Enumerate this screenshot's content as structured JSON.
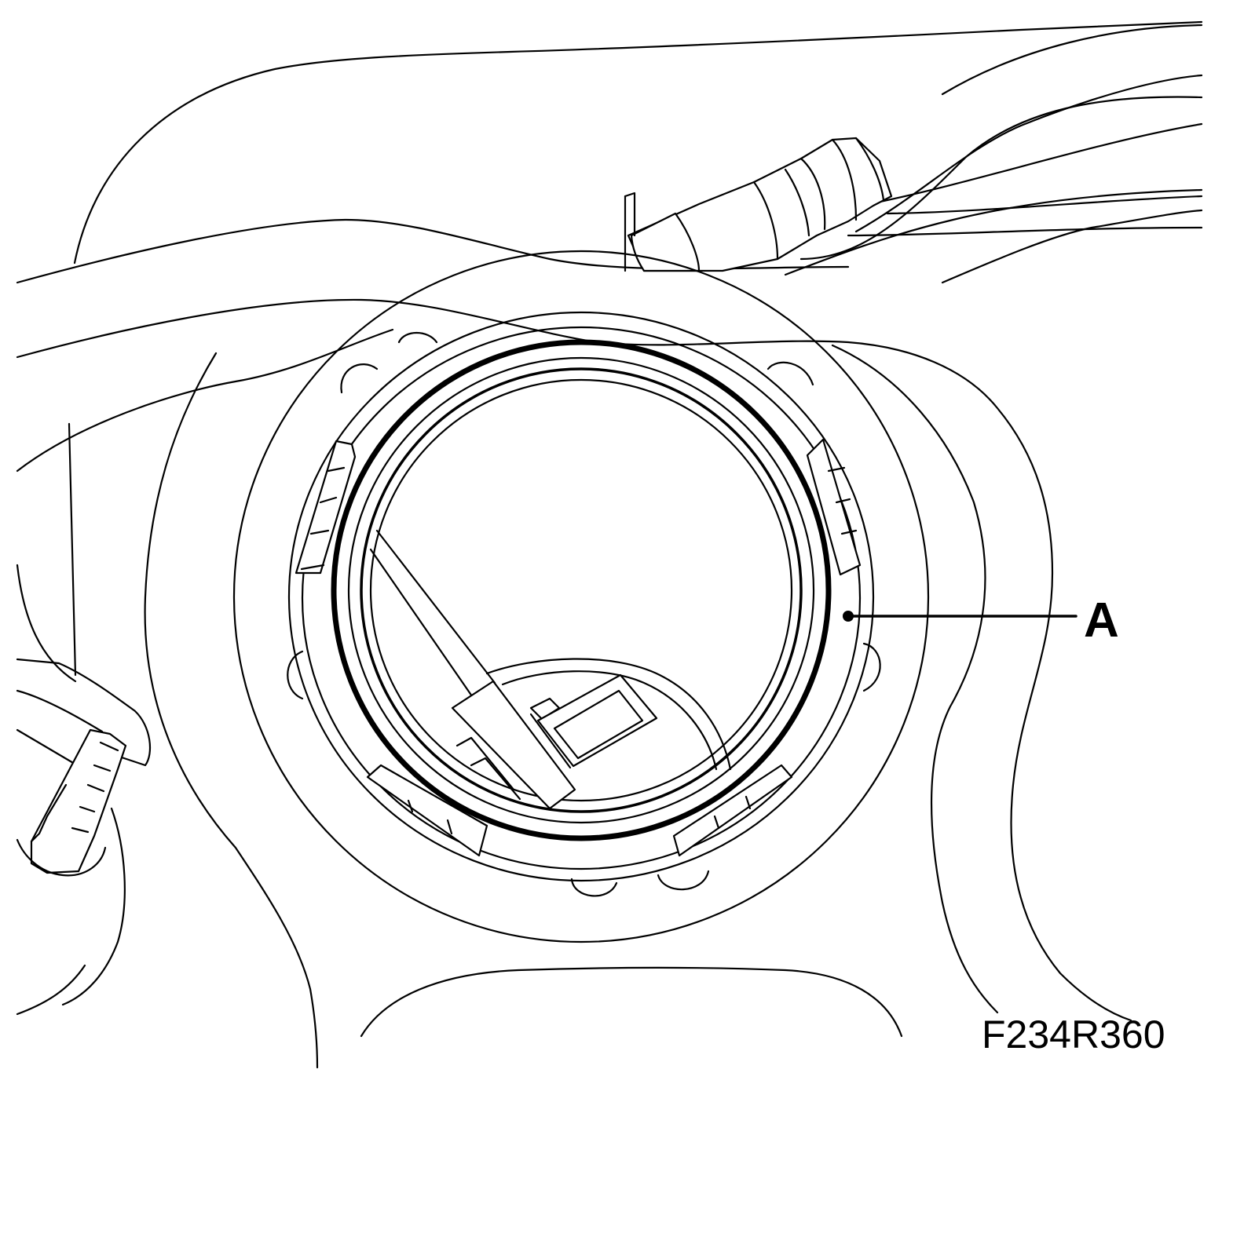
{
  "callouts": [
    {
      "id": "A",
      "label": "A"
    }
  ],
  "figure_code": "F234R360"
}
